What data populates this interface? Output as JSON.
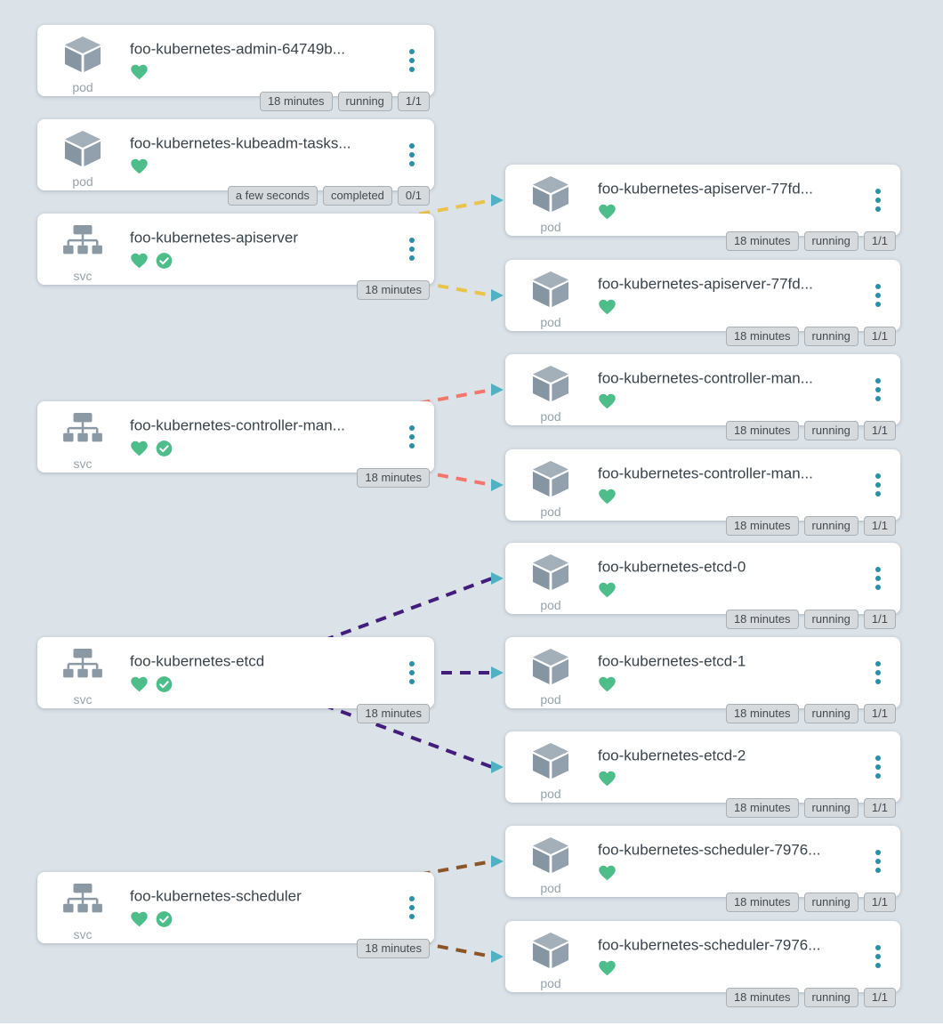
{
  "ui": {
    "background": "#dbe2e8",
    "card_bg": "#ffffff",
    "heart_green": "#4dbd8a",
    "menu_dot_teal": "#2b8fa6",
    "badge_bg": "#d7dadd",
    "icon_gray": "#8b99a5"
  },
  "icons": {
    "pod": "cube-icon",
    "svc": "sitemap-icon",
    "menu": "kebab-menu-icon",
    "healthy": "heart-icon",
    "ready": "check-circle-icon",
    "edge_end": "arrowhead-icon"
  },
  "edge_colors": {
    "apiserver": "#e9c44a",
    "controller": "#f4766b",
    "etcd": "#421d7b",
    "scheduler": "#8d5526",
    "arrowhead": "#4fb2c4"
  },
  "cards": {
    "left": [
      {
        "type": "pod",
        "title": "foo-kubernetes-admin-64749b...",
        "badges": [
          "18 minutes",
          "running",
          "1/1"
        ]
      },
      {
        "type": "pod",
        "title": "foo-kubernetes-kubeadm-tasks...",
        "badges": [
          "a few seconds",
          "completed",
          "0/1"
        ]
      },
      {
        "type": "svc",
        "title": "foo-kubernetes-apiserver",
        "badges": [
          "18 minutes"
        ]
      },
      {
        "type": "svc",
        "title": "foo-kubernetes-controller-man...",
        "badges": [
          "18 minutes"
        ]
      },
      {
        "type": "svc",
        "title": "foo-kubernetes-etcd",
        "badges": [
          "18 minutes"
        ]
      },
      {
        "type": "svc",
        "title": "foo-kubernetes-scheduler",
        "badges": [
          "18 minutes"
        ]
      }
    ],
    "right": [
      {
        "type": "pod",
        "title": "foo-kubernetes-apiserver-77fd...",
        "badges": [
          "18 minutes",
          "running",
          "1/1"
        ]
      },
      {
        "type": "pod",
        "title": "foo-kubernetes-apiserver-77fd...",
        "badges": [
          "18 minutes",
          "running",
          "1/1"
        ]
      },
      {
        "type": "pod",
        "title": "foo-kubernetes-controller-man...",
        "badges": [
          "18 minutes",
          "running",
          "1/1"
        ]
      },
      {
        "type": "pod",
        "title": "foo-kubernetes-controller-man...",
        "badges": [
          "18 minutes",
          "running",
          "1/1"
        ]
      },
      {
        "type": "pod",
        "title": "foo-kubernetes-etcd-0",
        "badges": [
          "18 minutes",
          "running",
          "1/1"
        ]
      },
      {
        "type": "pod",
        "title": "foo-kubernetes-etcd-1",
        "badges": [
          "18 minutes",
          "running",
          "1/1"
        ]
      },
      {
        "type": "pod",
        "title": "foo-kubernetes-etcd-2",
        "badges": [
          "18 minutes",
          "running",
          "1/1"
        ]
      },
      {
        "type": "pod",
        "title": "foo-kubernetes-scheduler-7976...",
        "badges": [
          "18 minutes",
          "running",
          "1/1"
        ]
      },
      {
        "type": "pod",
        "title": "foo-kubernetes-scheduler-7976...",
        "badges": [
          "18 minutes",
          "running",
          "1/1"
        ]
      }
    ]
  }
}
